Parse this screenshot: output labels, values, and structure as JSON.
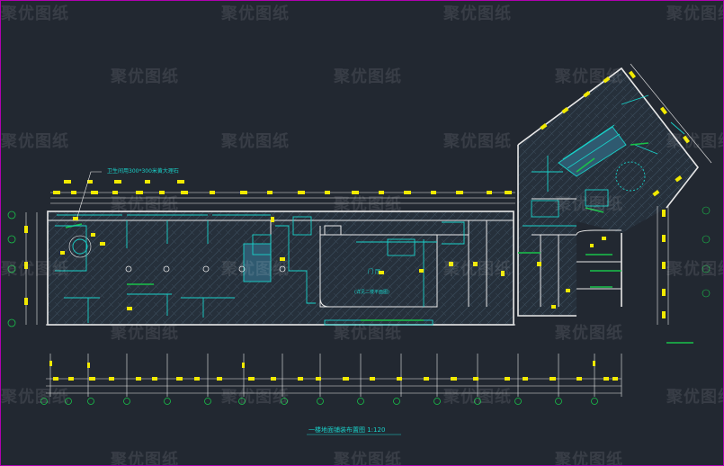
{
  "drawing": {
    "annotation": "卫生间用300*300米黄大理石",
    "title": "一楼地面铺装布置图 1:120",
    "room_label": "门 厅",
    "room_note": "(详见二楼平面图)"
  },
  "watermark": {
    "text": "聚优图纸"
  },
  "colors": {
    "background": "#222831",
    "walls": "#e8e8e8",
    "cyan": "#19d1c9",
    "yellow": "#f2ea00",
    "green": "#19c24a",
    "hatch": "#3a4a5a",
    "frame": "#b000b0"
  }
}
